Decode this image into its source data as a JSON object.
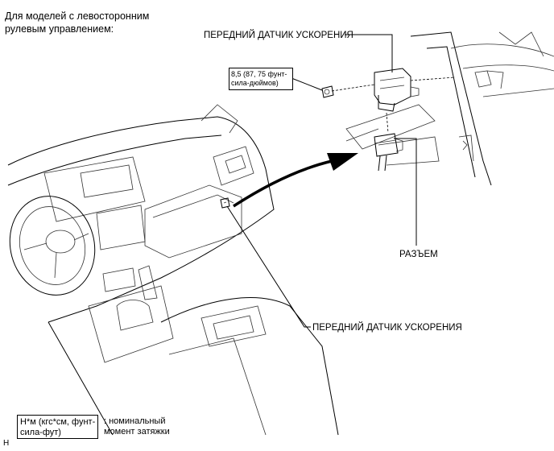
{
  "heading": {
    "line1": "Для моделей с левосторонним",
    "line2": "рулевым управлением:"
  },
  "labels": {
    "sensor_top": "ПЕРЕДНИЙ ДАТЧИК УСКОРЕНИЯ",
    "sensor_bottom": "ПЕРЕДНИЙ ДАТЧИК УСКОРЕНИЯ",
    "connector": "РАЗЪЕМ"
  },
  "torque": {
    "line1": "8,5 (87, 75 фунт-",
    "line2": "сила-дюймов)"
  },
  "legend": {
    "unit_line1": "Н*м (кгс*см, фунт-",
    "unit_line2": "сила-фут)",
    "desc_line1": ": номинальный",
    "desc_line2": "момент затяжки"
  },
  "corner_code": "H"
}
